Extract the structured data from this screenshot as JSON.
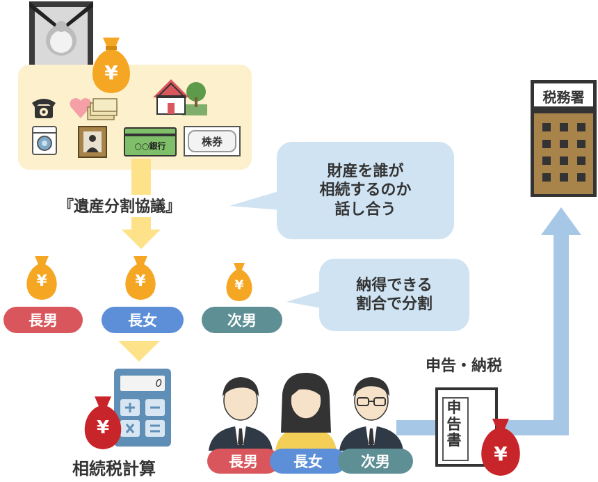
{
  "texts": {
    "agreement": "『遺産分割協議』",
    "bubble_talk": [
      "財産を誰が",
      "相続するのか",
      "話し合う"
    ],
    "bubble_divide": [
      "納得できる",
      "割合で分割"
    ],
    "heirs": [
      "長男",
      "長女",
      "次男"
    ],
    "tax_calc": "相続税計算",
    "filing": "申告・納税",
    "tax_office": "税務署",
    "declaration": "申告書",
    "bank": "○○銀行",
    "stock": "株券",
    "calc_display": "0",
    "yen": "¥"
  },
  "colors": {
    "coin_orange": "#f5a623",
    "coin_red": "#c8252a",
    "arrow_yellow": "#fde28a",
    "arrow_blue": "#a7c7e7",
    "bubble": "#cfe3f2",
    "panel": "#fdf0cc",
    "pill_red": "#d9575c",
    "pill_blue": "#5c8fd8",
    "pill_teal": "#5e8f95",
    "building": "#a8844a"
  }
}
